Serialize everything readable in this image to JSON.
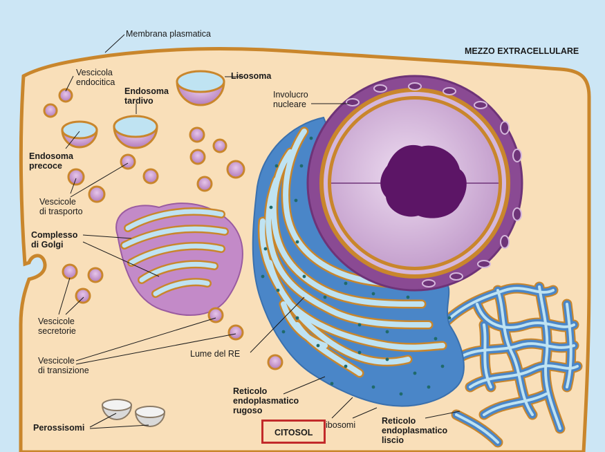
{
  "diagram": {
    "labels": {
      "membrana_plasmatica": "Membrana plasmatica",
      "mezzo_extracellulare": "MEZZO EXTRACELLULARE",
      "vescicola_endocitica": "Vescicola\nendocitica",
      "lisosoma": "Lisosoma",
      "endosoma_tardivo": "Endosoma\ntardivo",
      "involucro_nucleare": "Involucro\nnucleare",
      "endosoma_precoce": "Endosoma\nprecoce",
      "vescicole_trasporto": "Vescicole\ndi trasporto",
      "complesso_golgi": "Complesso\ndi Golgi",
      "vescicole_secretorie": "Vescicole\nsecretorie",
      "vescicole_transizione": "Vescicole\ndi transizione",
      "lume_re": "Lume del RE",
      "reticolo_rugoso": "Reticolo\nendoplasmatico\nrugoso",
      "ribosomi": "Ribosomi",
      "reticolo_liscio": "Reticolo\nendoplasmatico\nliscio",
      "perossisomi": "Perossisomi",
      "citosol": "CITOSOL"
    },
    "colors": {
      "background": "#cce6f5",
      "cytosol": "#f9dfb9",
      "membrane": "#c9862c",
      "nucleus": "#8a4a93",
      "nucleoplasm": "#d5b7dc",
      "nucleolus": "#5c1566",
      "rough_er": "#4a86c8",
      "lumen": "#bfe3f2",
      "golgi": "#c38ac8",
      "vesicle": "#c99ad0",
      "peroxisome": "#d9d9d9",
      "highlight": "#c22a2a"
    }
  }
}
